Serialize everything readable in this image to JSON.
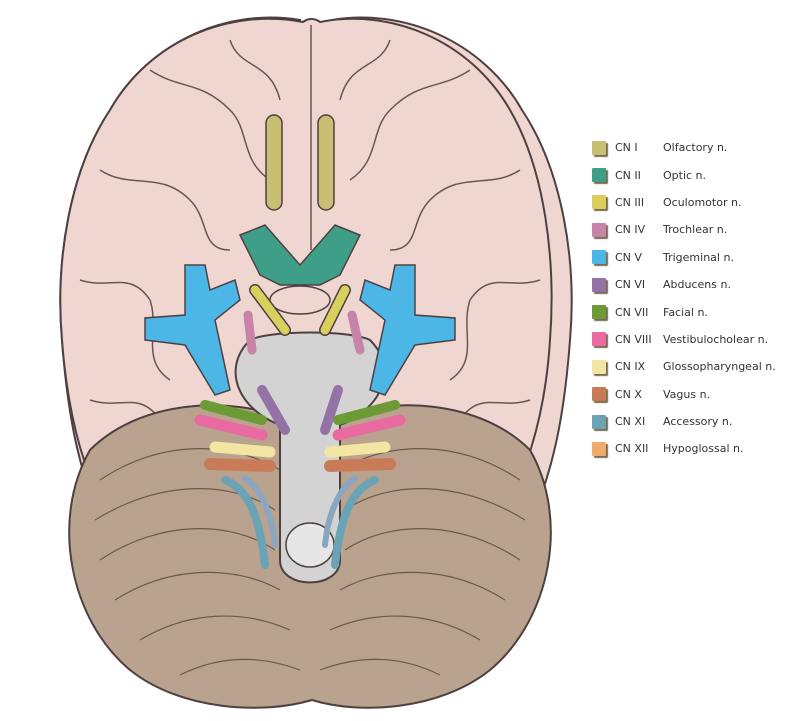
{
  "legend": [
    {
      "cn": "CN I",
      "name": "Olfactory n.",
      "color": "#c8bf72"
    },
    {
      "cn": "CN II",
      "name": "Optic n.",
      "color": "#3f9e88"
    },
    {
      "cn": "CN III",
      "name": "Oculomotor n.",
      "color": "#d9cf5c"
    },
    {
      "cn": "CN IV",
      "name": "Trochlear n.",
      "color": "#c884a8"
    },
    {
      "cn": "CN V",
      "name": "Trigeminal n.",
      "color": "#4cb6e6"
    },
    {
      "cn": "CN VI",
      "name": "Abducens n.",
      "color": "#9572a6"
    },
    {
      "cn": "CN VII",
      "name": "Facial n.",
      "color": "#6c9a34"
    },
    {
      "cn": "CN VIII",
      "name": "Vestibulocholear n.",
      "color": "#e86aa0"
    },
    {
      "cn": "CN IX",
      "name": "Glossopharyngeal n.",
      "color": "#f3e6a2"
    },
    {
      "cn": "CN X",
      "name": "Vagus n.",
      "color": "#c97b58"
    },
    {
      "cn": "CN XI",
      "name": "Accessory n.",
      "color": "#6aa2b6"
    },
    {
      "cn": "CN XII",
      "name": "Hypoglossal n.",
      "color": "#f0aa6a"
    }
  ],
  "colors": {
    "brain": "#efd6d0",
    "outline": "#4e4040",
    "cerebellum": "#b9a28e",
    "brainstem": "#d3d3d3"
  }
}
